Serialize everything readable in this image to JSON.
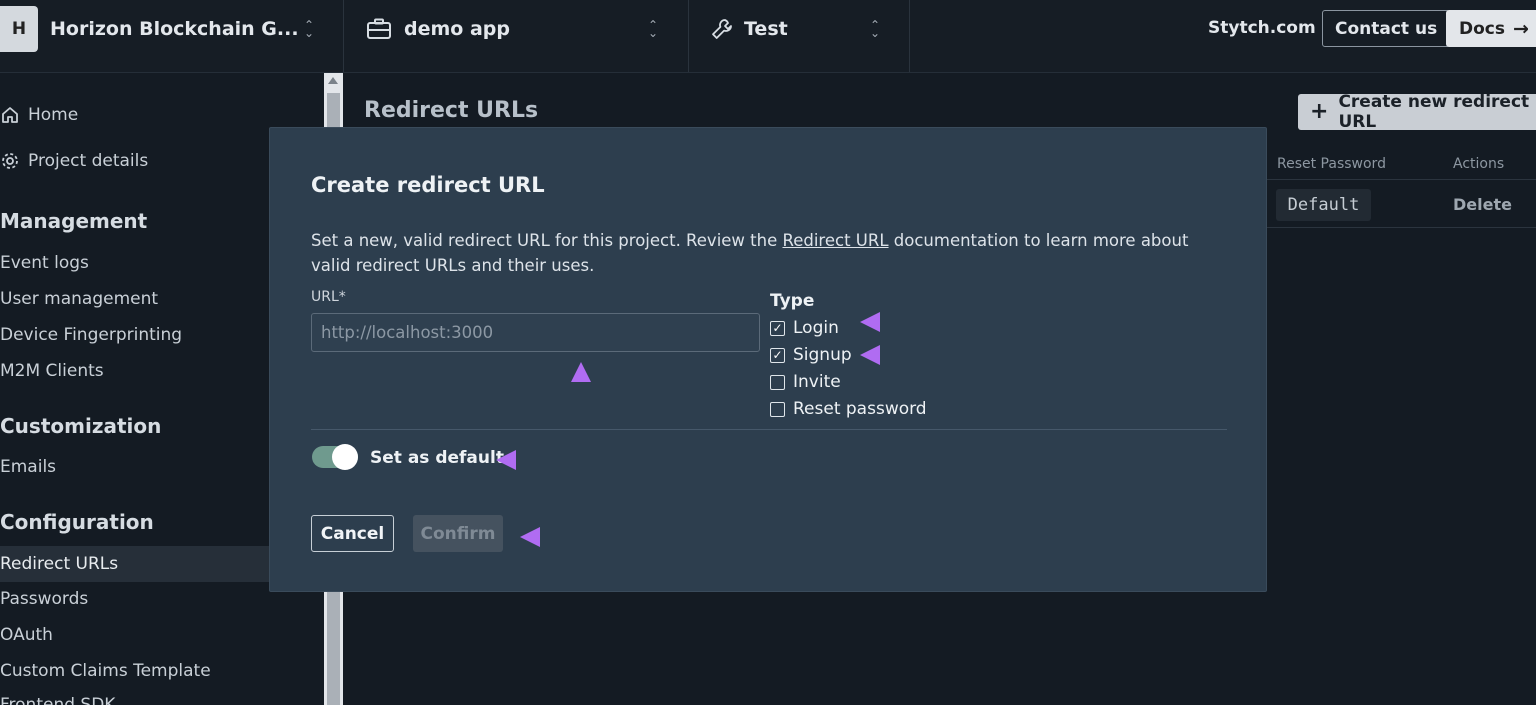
{
  "topbar": {
    "org_initial": "H",
    "org_name": "Horizon Blockchain G...",
    "project_name": "demo app",
    "environment": "Test",
    "site_link": "Stytch.com",
    "contact_button": "Contact us",
    "docs_button": "Docs"
  },
  "sidebar": {
    "home": "Home",
    "project_details": "Project details",
    "management_head": "Management",
    "event_logs": "Event logs",
    "user_management": "User management",
    "device_fingerprinting": "Device Fingerprinting",
    "m2m_clients": "M2M Clients",
    "customization_head": "Customization",
    "emails": "Emails",
    "configuration_head": "Configuration",
    "redirect_urls": "Redirect URLs",
    "passwords": "Passwords",
    "oauth": "OAuth",
    "custom_claims": "Custom Claims Template",
    "frontend_sdk": "Frontend SDK"
  },
  "main": {
    "title": "Redirect URLs",
    "create_button": "Create new redirect URL",
    "columns": {
      "reset_password": "Reset Password",
      "actions": "Actions"
    },
    "row": {
      "reset_password": "Default",
      "action": "Delete"
    }
  },
  "modal": {
    "title": "Create redirect URL",
    "desc_before": "Set a new, valid redirect URL for this project. Review the ",
    "desc_link": "Redirect URL",
    "desc_after": " documentation to learn more about valid redirect URLs and their uses.",
    "url_label": "URL*",
    "url_placeholder": "http://localhost:3000",
    "url_value": "",
    "type_label": "Type",
    "types": [
      {
        "label": "Login",
        "checked": true
      },
      {
        "label": "Signup",
        "checked": true
      },
      {
        "label": "Invite",
        "checked": false
      },
      {
        "label": "Reset password",
        "checked": false
      }
    ],
    "toggle_label": "Set as default",
    "toggle_on": true,
    "cancel": "Cancel",
    "confirm": "Confirm"
  },
  "colors": {
    "accent_arrow": "#a46cf0",
    "modal_bg": "#2d3e4e",
    "page_bg": "#141b23",
    "toggle_on": "#6f9a8e"
  }
}
